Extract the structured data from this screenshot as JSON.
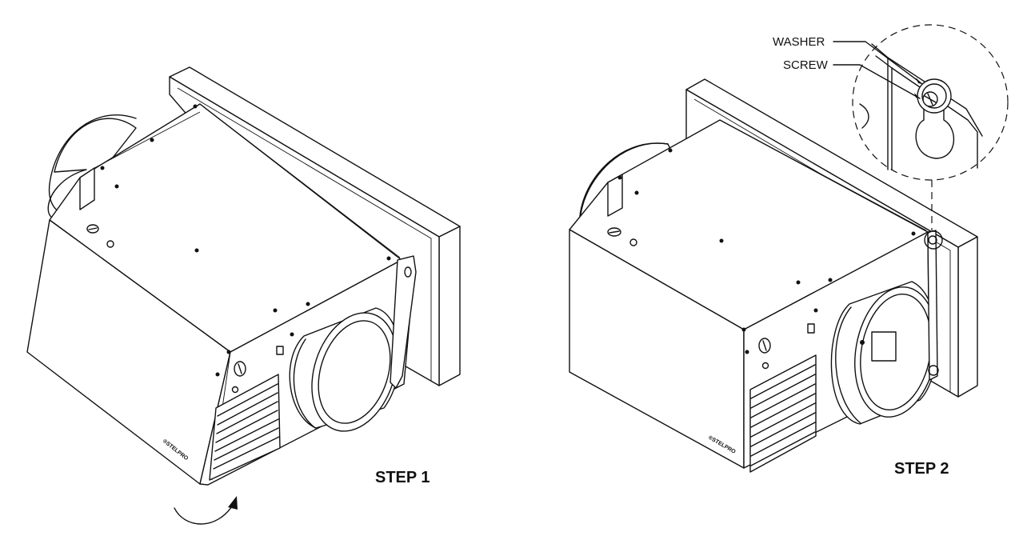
{
  "steps": {
    "step1_label": "STEP 1",
    "step2_label": "STEP 2"
  },
  "callouts": {
    "washer_label": "WASHER",
    "screw_label": "SCREW"
  },
  "brand_mark": "®STELPRO"
}
